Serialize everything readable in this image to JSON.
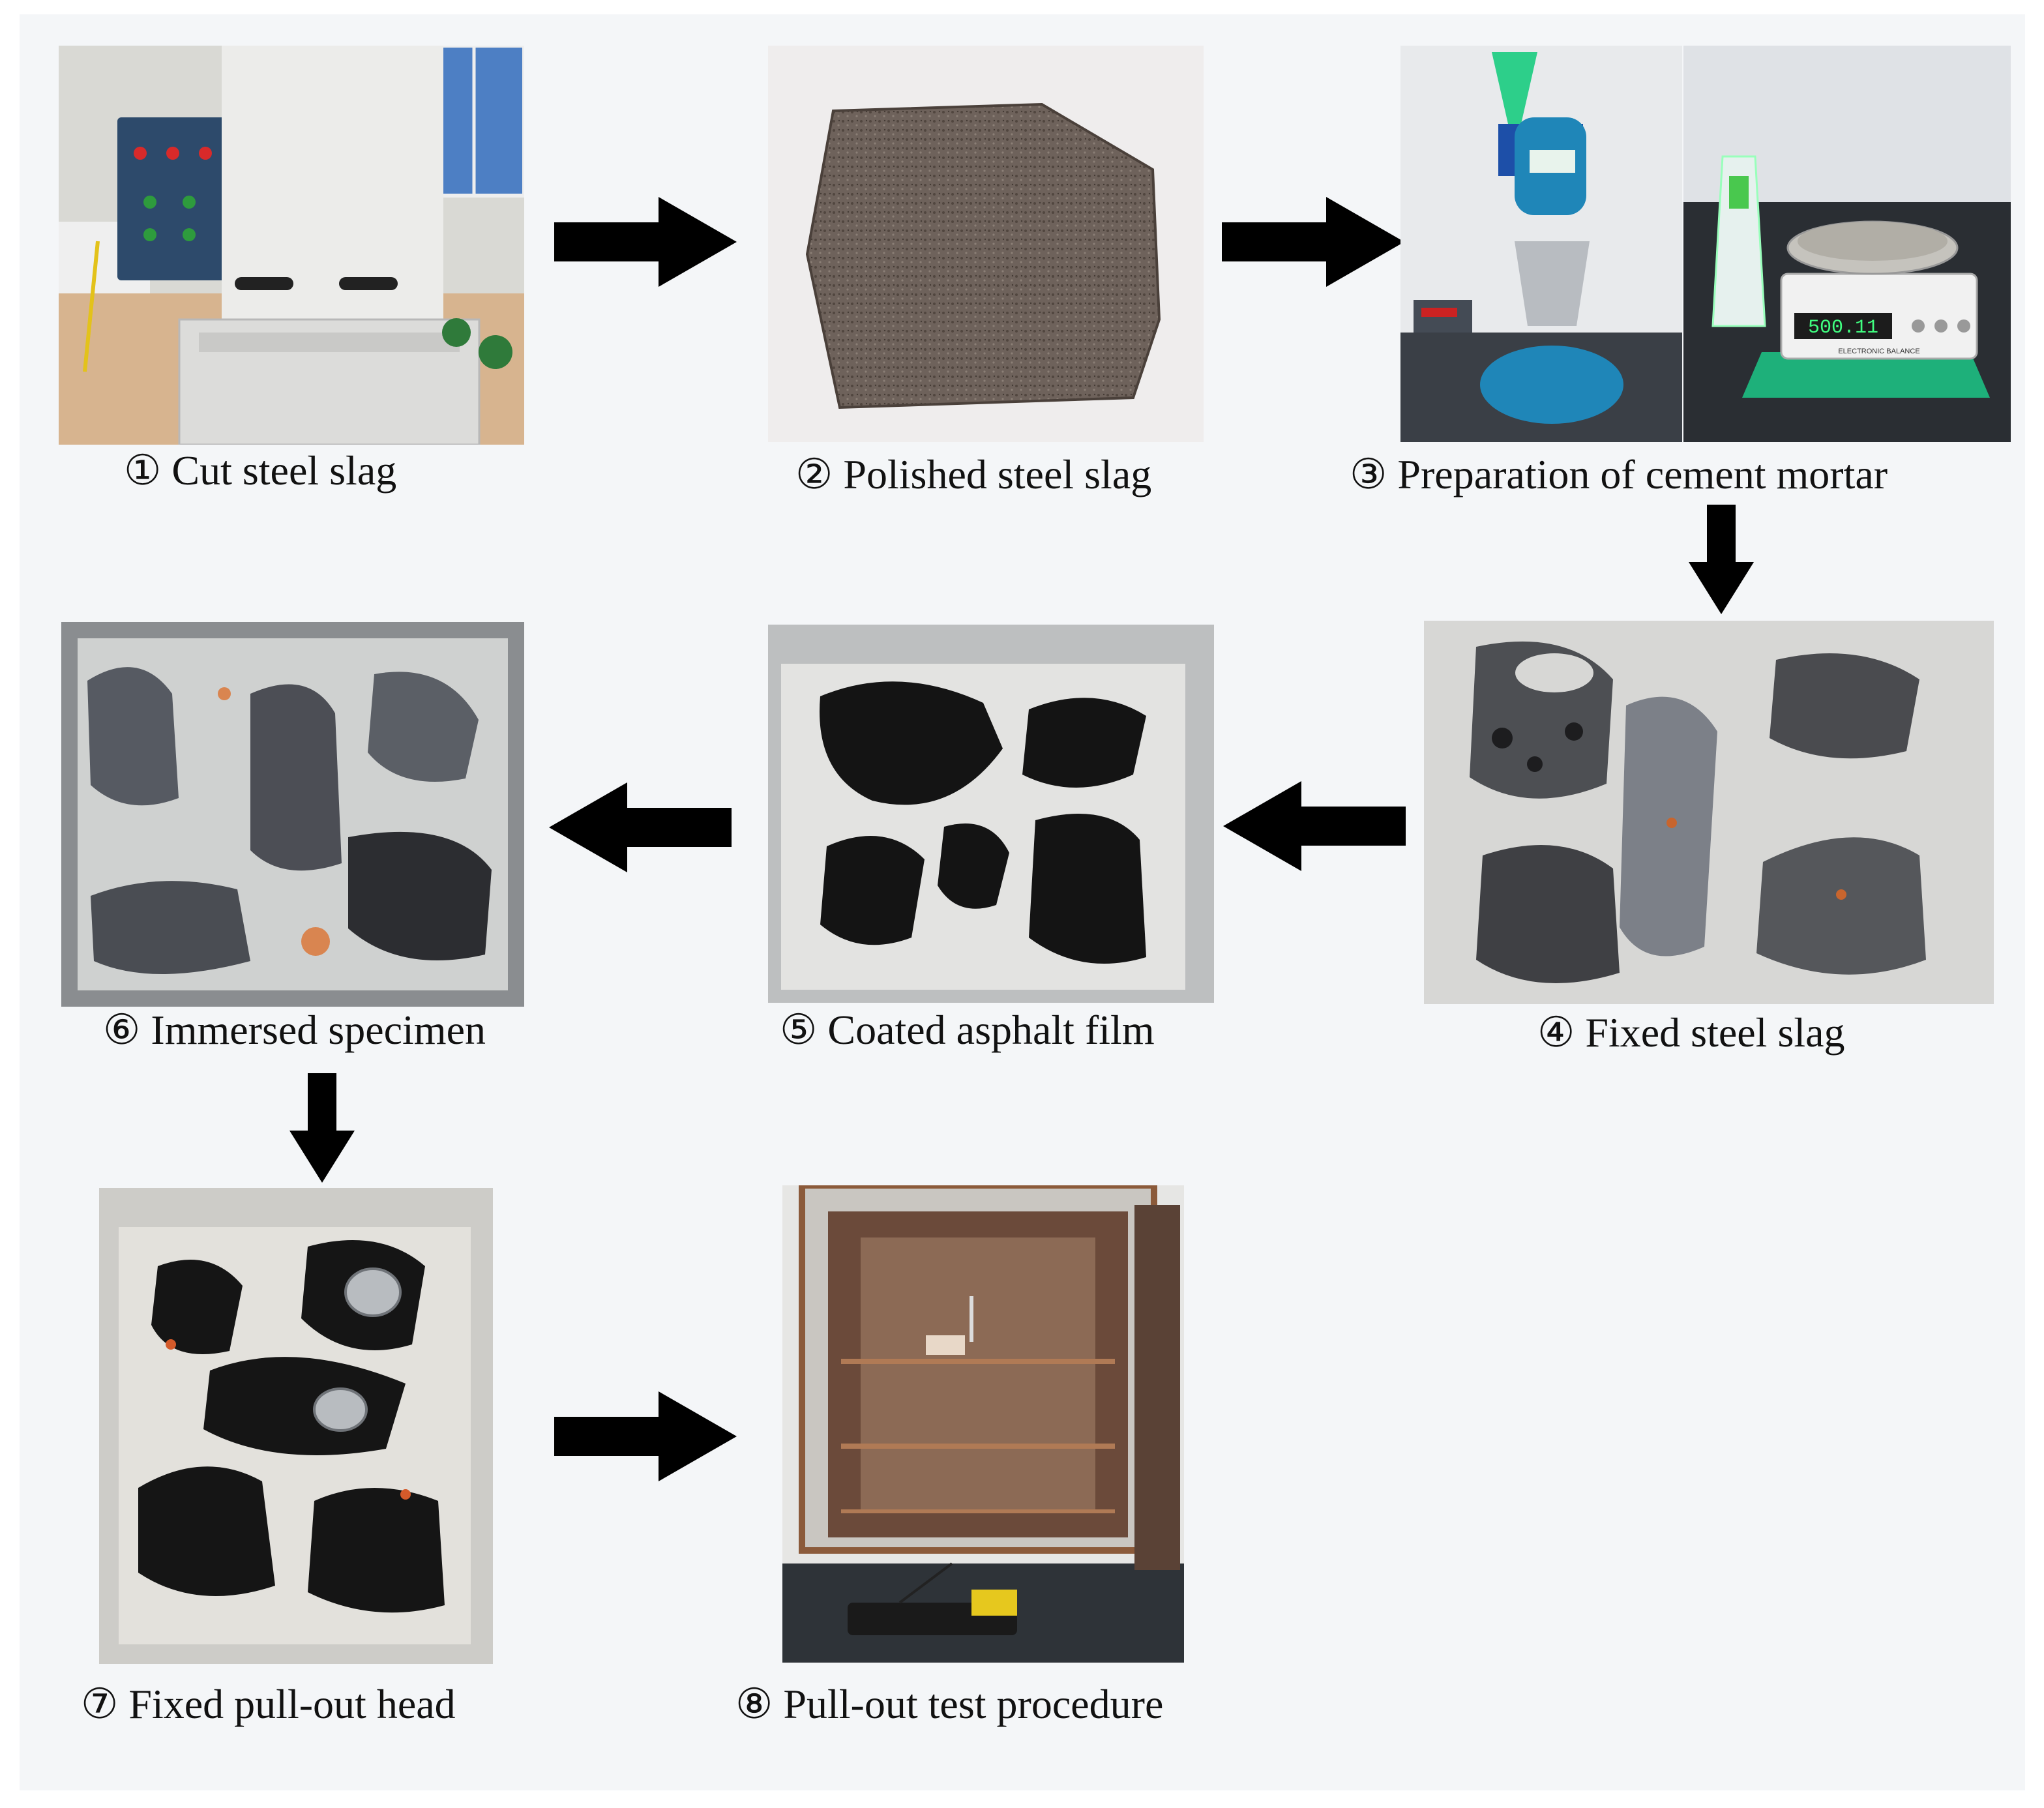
{
  "steps": [
    {
      "number": "①",
      "label": "Cut steel slag"
    },
    {
      "number": "②",
      "label": "Polished steel slag"
    },
    {
      "number": "③",
      "label": "Preparation of cement mortar"
    },
    {
      "number": "④",
      "label": "Fixed steel slag"
    },
    {
      "number": "⑤",
      "label": "Coated asphalt film"
    },
    {
      "number": "⑥",
      "label": "Immersed specimen"
    },
    {
      "number": "⑦",
      "label": "Fixed pull-out head"
    },
    {
      "number": "⑧",
      "label": "Pull-out test procedure"
    }
  ],
  "balance_readout": "500.11",
  "balance_brand": "ELECTRONIC BALANCE",
  "colors": {
    "background": "#f4f6f8",
    "arrow": "#000000",
    "caption_text": "#111111",
    "asphalt": "#141414",
    "mortar": "#dedcd6",
    "mixer_blue": "#1f86b8"
  }
}
